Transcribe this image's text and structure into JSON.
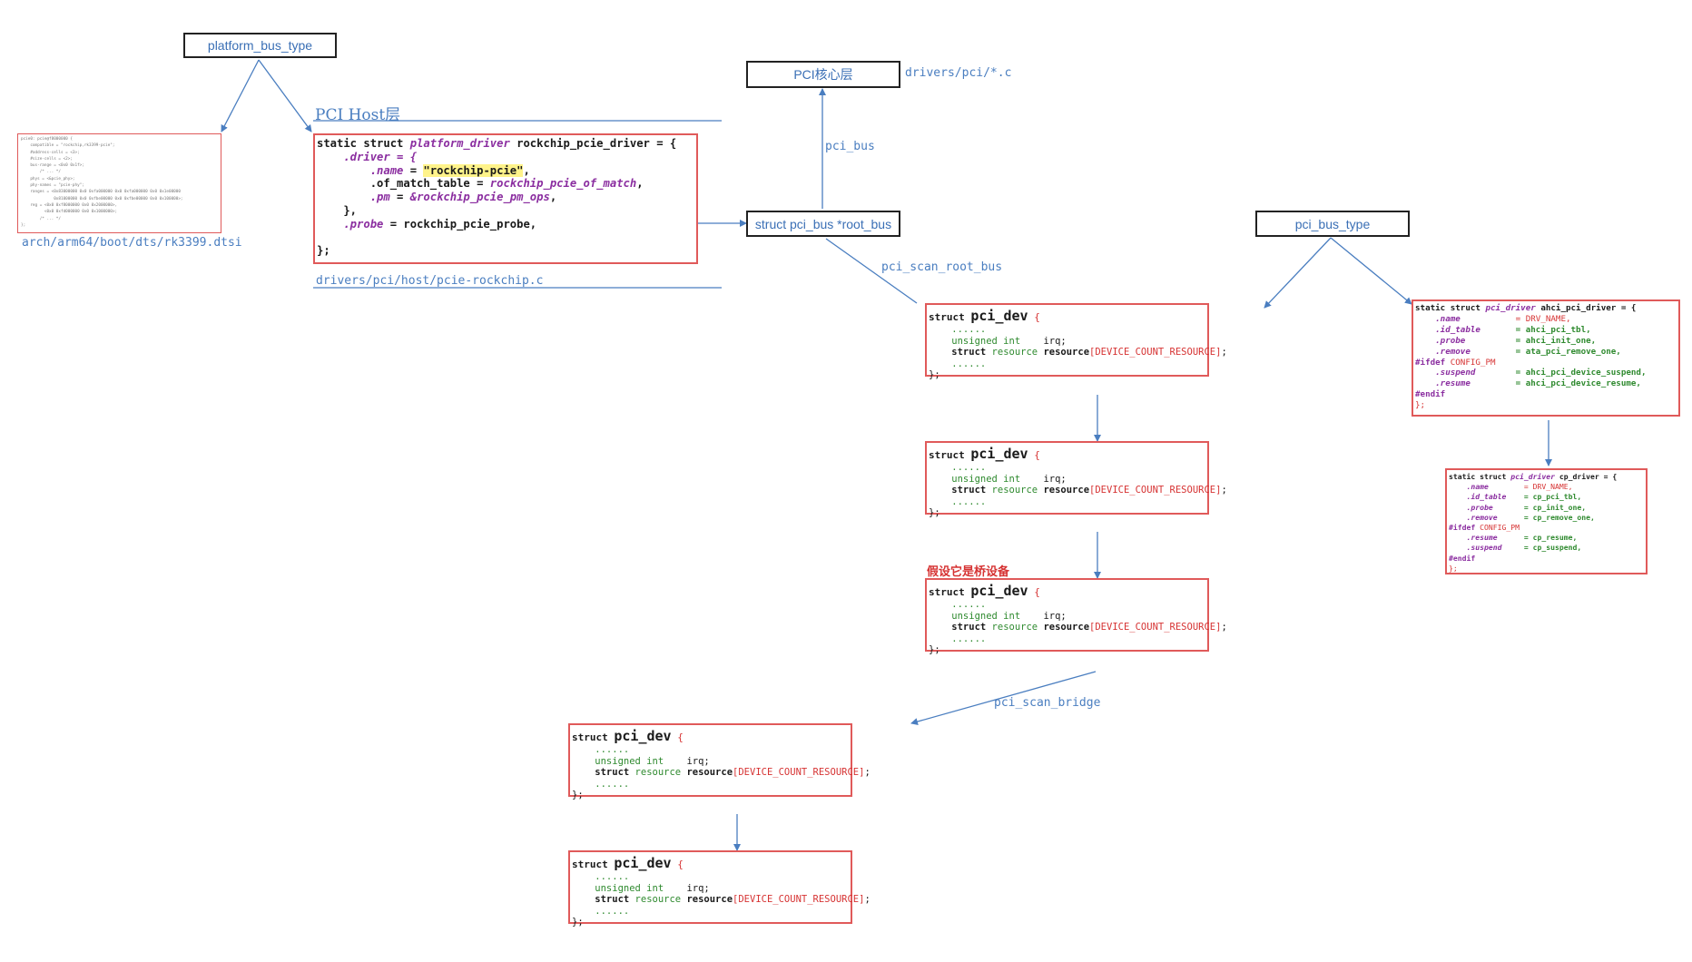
{
  "boxes": {
    "platform_bus_type": "platform_bus_type",
    "pci_core": "PCI核心层",
    "root_bus": "struct pci_bus *root_bus",
    "pci_bus_type": "pci_bus_type"
  },
  "labels": {
    "drivers_pci": "drivers/pci/*.c",
    "pci_bus": "pci_bus",
    "pci_scan_root_bus": "pci_scan_root_bus",
    "pci_scan_bridge": "pci_scan_bridge",
    "pci_host_layer": "PCI Host层",
    "pcie_rockchip_path": "drivers/pci/host/pcie-rockchip.c",
    "dtsi_path": "arch/arm64/boot/dts/rk3399.dtsi",
    "bridge_note": "假设它是桥设备"
  },
  "dts": {
    "lines": [
      "pcie0: pcie@f8000000 {",
      "    compatible = \"rockchip,rk3399-pcie\";",
      "    #address-cells = <3>;",
      "    #size-cells = <2>;",
      "    bus-range = <0x0 0x1f>;",
      "        /* ... */",
      "    phys = <&pcie_phy>;",
      "    phy-names = \"pcie-phy\";",
      "    ranges = <0x83000000 0x0 0xfa000000 0x0 0xfa000000 0x0 0x1e00000",
      "              0x81000000 0x0 0xfbe00000 0x0 0xfbe00000 0x0 0x100000>;",
      "    reg = <0x0 0xf8000000 0x0 0x2000000>,",
      "          <0x0 0xfd000000 0x0 0x1000000>;",
      "        /* ... */",
      "};"
    ]
  },
  "rockchip": {
    "l1_kw": "static struct ",
    "l1_type": "platform_driver",
    "l1_name": " rockchip_pcie_driver = {",
    "l2": "    .driver = {",
    "l3_field": "        .name",
    "l3_eq": " = ",
    "l3_val": "\"rockchip-pcie\"",
    "l3_end": ",",
    "l4_field": "        .of_match_table = ",
    "l4_val": "rockchip_pcie_of_match",
    "l4_end": ",",
    "l5_field": "        .pm",
    "l5_eq": " = ",
    "l5_val": "&rockchip_pcie_pm_ops",
    "l5_end": ",",
    "l6": "    },",
    "l7_field": "    .probe",
    "l7_rest": " = rockchip_pcie_probe,",
    "l8": "};"
  },
  "pci_dev": {
    "kw": "struct ",
    "name": "pci_dev",
    "open": " {",
    "dots": "    ......",
    "irq_type": "    unsigned int",
    "irq_name": "    irq;",
    "res_kw": "    struct ",
    "res_type": "resource ",
    "res_name": "resource",
    "res_idx": "[DEVICE_COUNT_RESOURCE]",
    "res_end": ";",
    "close": "};"
  },
  "ahci": {
    "l1_a": "static struct ",
    "l1_b": "pci_driver",
    "l1_c": " ahci_pci_driver = {",
    "rows": [
      {
        "f": "    .name",
        "v": "= DRV_NAME,",
        "c": "red"
      },
      {
        "f": "    .id_table",
        "v": "= ahci_pci_tbl,",
        "c": "green"
      },
      {
        "f": "    .probe",
        "v": "= ahci_init_one,",
        "c": "green"
      },
      {
        "f": "    .remove",
        "v": "= ata_pci_remove_one,",
        "c": "green"
      }
    ],
    "ifdef_kw": "#ifdef",
    "ifdef_val": " CONFIG_PM",
    "rows2": [
      {
        "f": "    .suspend",
        "v": "= ahci_pci_device_suspend,",
        "c": "green"
      },
      {
        "f": "    .resume",
        "v": "= ahci_pci_device_resume,",
        "c": "green"
      }
    ],
    "endif": "#endif",
    "close": "};"
  },
  "cp": {
    "l1_a": "static struct ",
    "l1_b": "pci_driver",
    "l1_c": " cp_driver = {",
    "rows": [
      {
        "f": "    .name",
        "v": "= DRV_NAME,",
        "c": "red"
      },
      {
        "f": "    .id_table",
        "v": "= cp_pci_tbl,",
        "c": "green"
      },
      {
        "f": "    .probe",
        "v": "= cp_init_one,",
        "c": "green"
      },
      {
        "f": "    .remove",
        "v": "= cp_remove_one,",
        "c": "green"
      }
    ],
    "ifdef_kw": "#ifdef",
    "ifdef_val": " CONFIG_PM",
    "rows2": [
      {
        "f": "    .resume",
        "v": "= cp_resume,",
        "c": "green"
      },
      {
        "f": "    .suspend",
        "v": "= cp_suspend,",
        "c": "green"
      }
    ],
    "endif": "#endif",
    "close": "};"
  }
}
